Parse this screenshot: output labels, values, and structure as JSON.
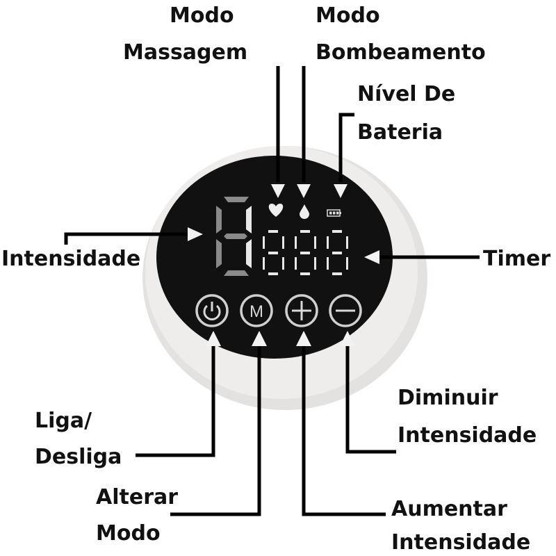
{
  "labels": {
    "massage_mode": [
      "Modo",
      "Massagem"
    ],
    "pump_mode": [
      "Modo",
      "Bombeamento"
    ],
    "battery_level": [
      "Nível De",
      "Bateria"
    ],
    "intensity": "Intensidade",
    "timer": "Timer",
    "power": [
      "Liga/",
      "Desliga"
    ],
    "change_mode": [
      "Alterar",
      "Modo"
    ],
    "decrease_intensity": [
      "Diminuir",
      "Intensidade"
    ],
    "increase_intensity": [
      "Aumentar",
      "Intensidade"
    ]
  },
  "buttons": {
    "mode_glyph": "M"
  },
  "colors": {
    "face": "#111111",
    "casing": "#e9e6e6",
    "display": "#e8e8e8"
  }
}
